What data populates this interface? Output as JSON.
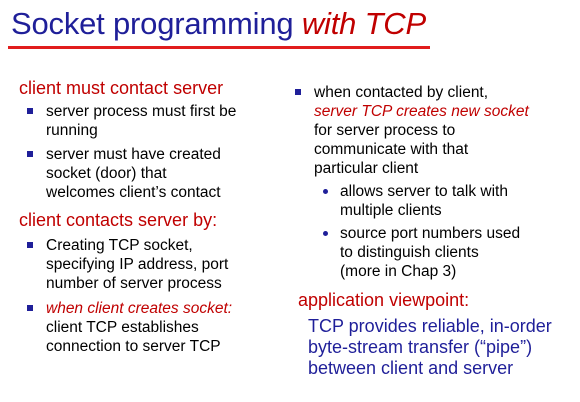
{
  "title": {
    "main": "Socket programming ",
    "accent": "with TCP"
  },
  "left": {
    "heading1": "client must contact server",
    "bullets1": [
      [
        "server process must first be",
        "running"
      ],
      [
        "server must have created",
        "socket (door) that",
        "welcomes client’s contact"
      ]
    ],
    "heading2": "client contacts server by:",
    "bullets2_first": [
      "Creating TCP socket,",
      "specifying IP address, port",
      "number of server process"
    ],
    "bullets2_second_red": "when client creates socket:",
    "bullets2_second_rest": [
      "client TCP establishes",
      "connection to server TCP"
    ]
  },
  "right": {
    "bullet_line1": "when contacted by client,",
    "bullet_red": "server TCP creates new socket",
    "bullet_rest": [
      "for server process to",
      "communicate with that",
      "particular client"
    ],
    "sub1": [
      "allows server to talk with",
      "multiple clients"
    ],
    "sub2": [
      "source port numbers used",
      "to distinguish clients",
      "(more in Chap 3)"
    ],
    "viewpoint_heading": "application viewpoint:",
    "viewpoint_text": [
      "TCP provides reliable, in-order",
      "byte-stream transfer (“pipe”)",
      "between client and server"
    ]
  }
}
